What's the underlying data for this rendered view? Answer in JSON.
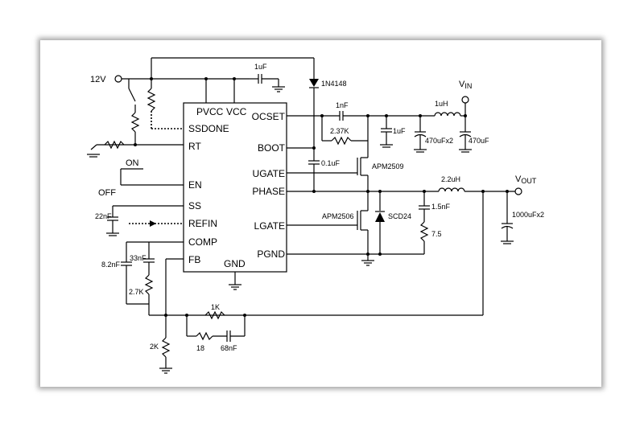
{
  "ic": {
    "pins_left": [
      "SSDONE",
      "RT",
      "EN",
      "SS",
      "REFIN",
      "COMP",
      "FB"
    ],
    "pins_top": [
      "PVCC",
      "VCC"
    ],
    "pins_right": [
      "OCSET",
      "BOOT",
      "UGATE",
      "PHASE",
      "LGATE",
      "PGND"
    ],
    "pin_bottom": "GND"
  },
  "nets": {
    "input": "12V",
    "vin": "V",
    "vin_sub": "IN",
    "vout": "V",
    "vout_sub": "OUT",
    "on": "ON",
    "off": "OFF"
  },
  "components": {
    "c_vcc": "1uF",
    "diode": "1N4148",
    "c_ocset": "1nF",
    "r_ocset": "2.37K",
    "c_in1": "1uF",
    "c_in2": "470uFx2",
    "l_in": "1uH",
    "c_in3": "470uF",
    "c_boot": "0.1uF",
    "q_high": "APM2509",
    "l_out": "2.2uH",
    "c_out": "1000uFx2",
    "q_low": "APM2506",
    "d_schottky": "SCD24",
    "c_snub": "1.5nF",
    "r_snub": "7.5",
    "c_ss": "22nF",
    "c_comp1": "8.2nF",
    "c_comp2": "33nF",
    "r_comp": "2.7K",
    "r_fb_top": "1K",
    "r_fb_ser": "18",
    "c_fb": "68nF",
    "r_fb_bot": "2K"
  }
}
